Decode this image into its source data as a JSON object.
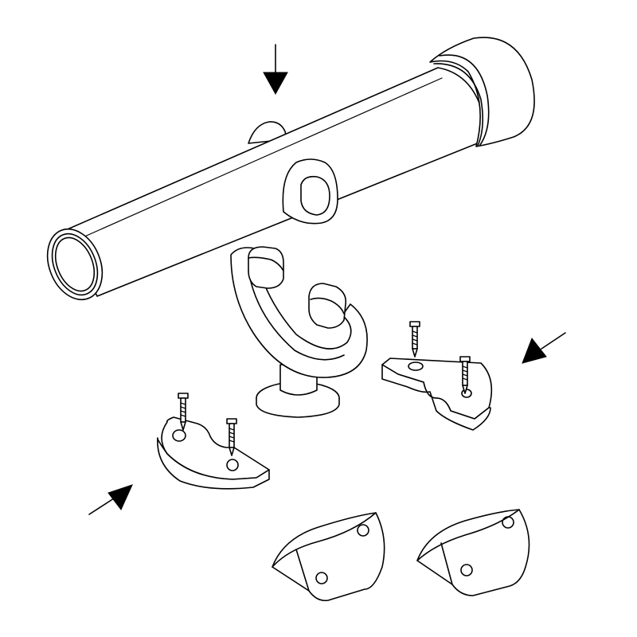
{
  "figure": {
    "parts": [
      {
        "name": "telescope-tube",
        "icon": "telescope-icon"
      },
      {
        "name": "y-bracket-mount",
        "icon": "bracket-icon"
      },
      {
        "name": "base-plate",
        "icon": "plate-icon",
        "count": 2
      },
      {
        "name": "mounting-bolt",
        "icon": "bolt-icon",
        "count": 4
      },
      {
        "name": "saddle-clip",
        "icon": "clip-icon",
        "count": 2
      }
    ],
    "arrows": [
      "down",
      "down-left",
      "up-right"
    ],
    "colors": {
      "stroke": "#000000",
      "fill": "#ffffff"
    }
  }
}
